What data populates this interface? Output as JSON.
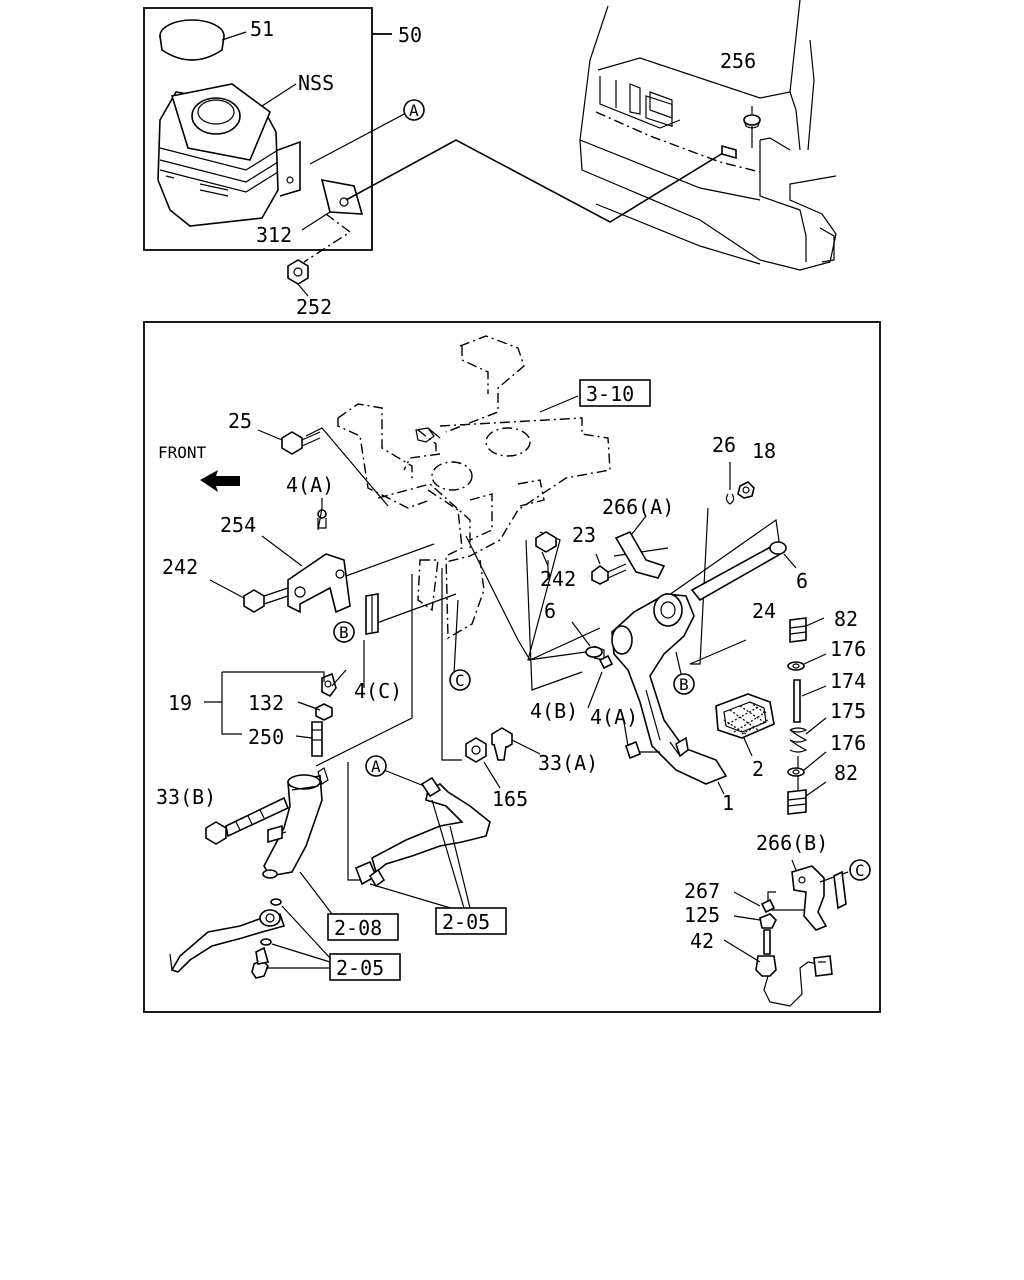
{
  "top_section": {
    "callouts": {
      "c51": "51",
      "c50": "50",
      "nss": "NSS",
      "c312": "312",
      "c252": "252",
      "c256": "256",
      "circle_a": "A"
    }
  },
  "main_section": {
    "front_label": "FRONT",
    "ref_boxes": {
      "r310": "3-10",
      "r208": "2-08",
      "r205a": "2-05",
      "r205b": "2-05"
    },
    "callouts": {
      "c25": "25",
      "c4a_1": "4(A)",
      "c254": "254",
      "c242_1": "242",
      "c242_2": "242",
      "c23": "23",
      "c266a": "266(A)",
      "c26": "26",
      "c18": "18",
      "c6_1": "6",
      "c6_2": "6",
      "c24": "24",
      "c82_1": "82",
      "c176_1": "176",
      "c174": "174",
      "c175": "175",
      "c176_2": "176",
      "c82_2": "82",
      "c4c": "4(C)",
      "c4b": "4(B)",
      "c4a_2": "4(A)",
      "c19": "19",
      "c132": "132",
      "c250": "250",
      "c33b": "33(B)",
      "c33a": "33(A)",
      "c165": "165",
      "c2": "2",
      "c1": "1",
      "c266b": "266(B)",
      "c267": "267",
      "c125": "125",
      "c42": "42"
    },
    "circle_letters": {
      "b1": "B",
      "b2": "B",
      "c1": "C",
      "c2": "C",
      "a1": "A"
    }
  }
}
